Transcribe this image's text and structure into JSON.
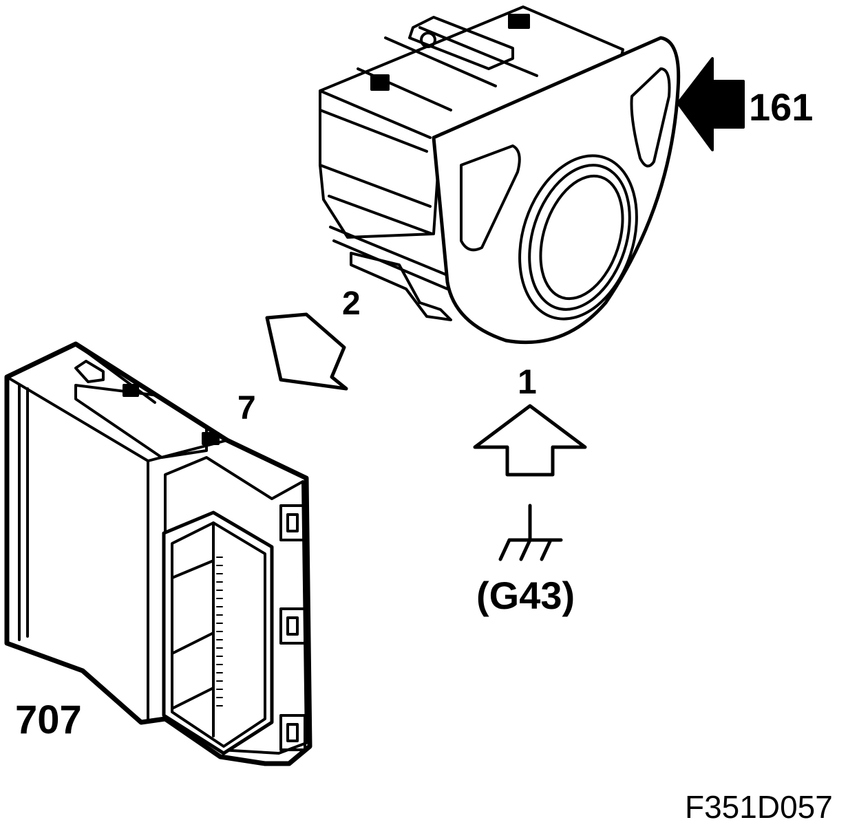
{
  "labels": {
    "switch_component": "161",
    "module_component": "707",
    "switch_pin": "1",
    "connector_pin_2": "2",
    "connector_pin_7": "7",
    "ground_point": "(G43)"
  },
  "figure_reference": "F351D057",
  "icons": {
    "ground": "ground-symbol-icon",
    "arrows": [
      "solid-arrow-left-icon",
      "hollow-arrow-up-icon",
      "hollow-arrow-down-left-icon"
    ]
  },
  "colors": {
    "stroke": "#000000",
    "background": "#ffffff"
  }
}
